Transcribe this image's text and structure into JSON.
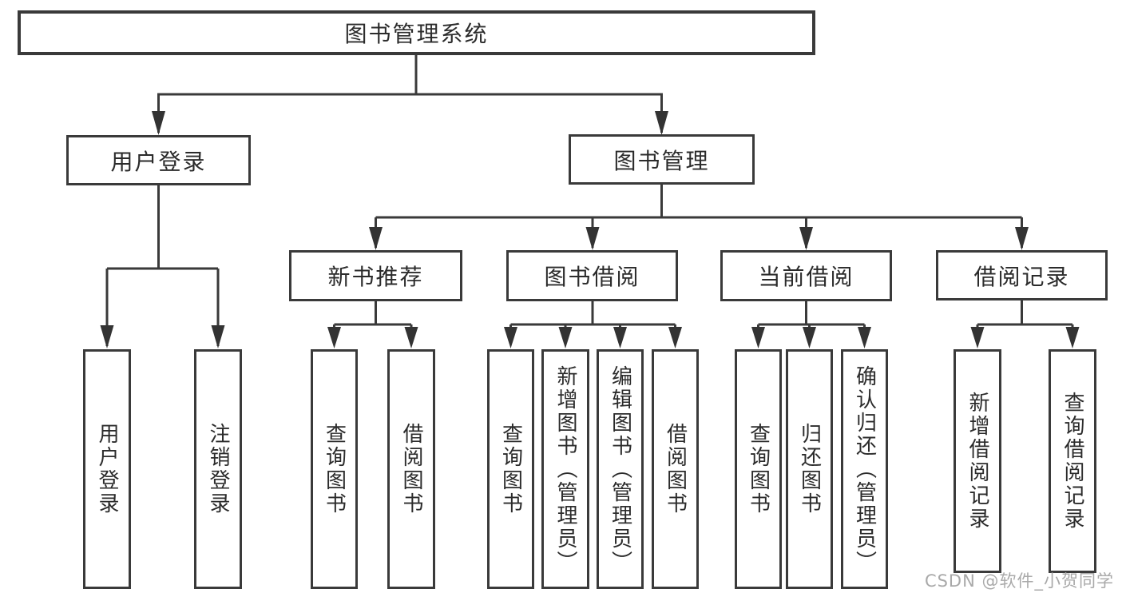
{
  "diagram_title": "图书管理系统",
  "tree": {
    "root": {
      "label": "图书管理系统"
    },
    "level2": [
      {
        "label": "用户登录",
        "children": [
          {
            "label": "用户登录"
          },
          {
            "label": "注销登录"
          }
        ]
      },
      {
        "label": "图书管理",
        "children": [
          {
            "label": "新书推荐",
            "children": [
              {
                "label": "查询图书"
              },
              {
                "label": "借阅图书"
              }
            ]
          },
          {
            "label": "图书借阅",
            "children": [
              {
                "label": "查询图书"
              },
              {
                "label": "新增图书（管理员）"
              },
              {
                "label": "编辑图书（管理员）"
              },
              {
                "label": "借阅图书"
              }
            ]
          },
          {
            "label": "当前借阅",
            "children": [
              {
                "label": "查询图书"
              },
              {
                "label": "归还图书"
              },
              {
                "label": "确认归还（管理员）"
              }
            ]
          },
          {
            "label": "借阅记录",
            "children": [
              {
                "label": "新增借阅记录"
              },
              {
                "label": "查询借阅记录"
              }
            ]
          }
        ]
      }
    ]
  },
  "watermark": "CSDN @软件_小贺同学",
  "colors": {
    "line": "#3a3a3a",
    "box_border": "#3a3a3a",
    "text": "#2b2b2b",
    "background": "#ffffff",
    "watermark": "#a9a9a9"
  }
}
